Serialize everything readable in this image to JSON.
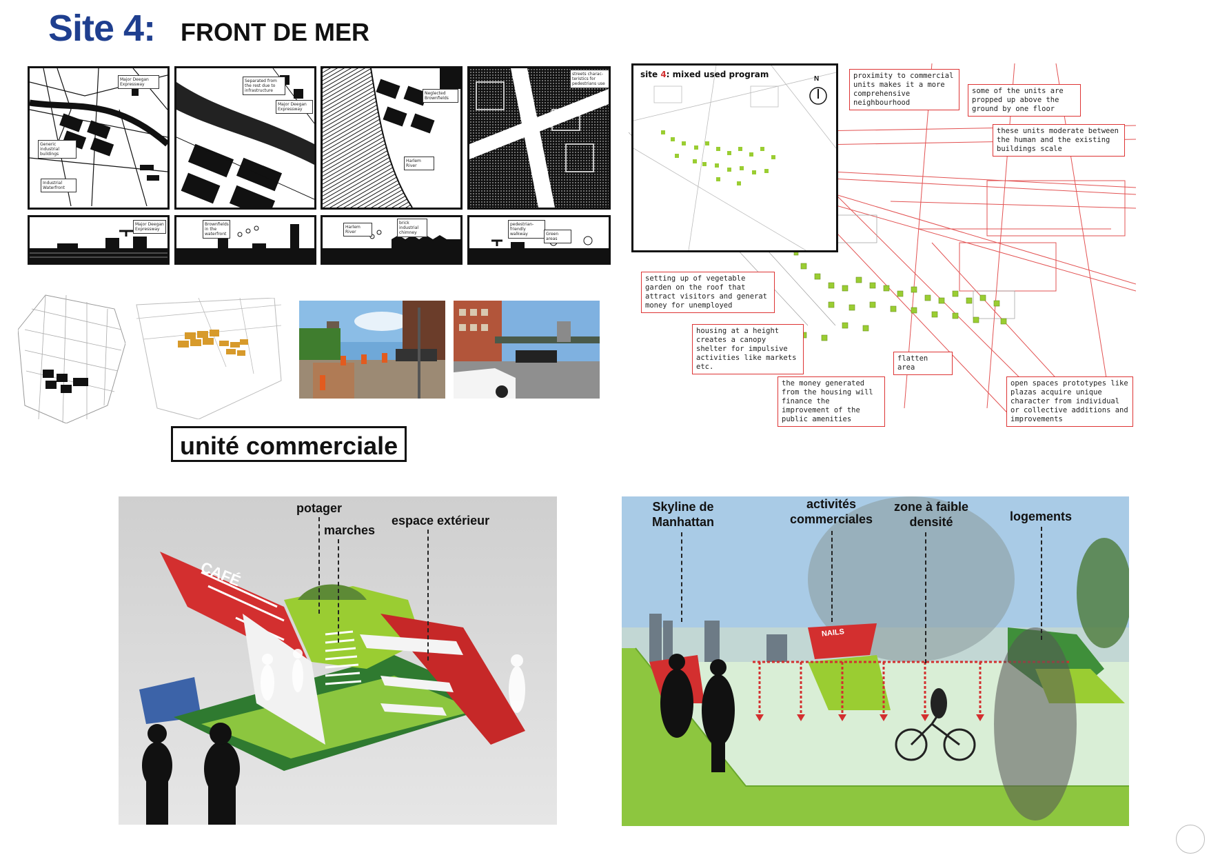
{
  "header": {
    "site_label": "Site 4:",
    "site_name": "FRONT DE MER"
  },
  "comic_panels": [
    {
      "bubbles": [
        "Major Deegan Expressway",
        "Generic industrial buildings",
        "Industrial Waterfront"
      ]
    },
    {
      "bubbles": [
        "Separated from the rest due to infrastructure",
        "Major Deegan Expressway"
      ]
    },
    {
      "bubbles": [
        "Neglected Brownfields",
        "Harlem River"
      ]
    },
    {
      "bubbles": [
        "streets charac-teristics for pedestrians use"
      ]
    }
  ],
  "section_strips": [
    {
      "bubbles": [
        "Major Deegan Expressway"
      ]
    },
    {
      "bubbles": [
        "Brownfields in the waterfront"
      ]
    },
    {
      "bubbles": [
        "Harlem River",
        "brick industrial chimney"
      ]
    },
    {
      "bubbles": [
        "pedestrian-friendly walkway",
        "Green areas"
      ]
    }
  ],
  "plan": {
    "title_prefix": "site ",
    "title_num": "4",
    "title_suffix": ": mixed used program",
    "north": "N",
    "notes": [
      "proximity to commercial units makes it a more comprehensive neighbourhood",
      "some of the units are propped up above the ground by one floor",
      "these units moderate between the human and the existing buildings scale",
      "setting up of vegetable garden on the roof that attract visitors and generat money for unemployed",
      "housing at a height creates a canopy shelter for impulsive activities like markets etc.",
      "flatten area",
      "the money generated from the housing will finance the improvement of the public amenities",
      "open spaces prototypes like plazas acquire unique character from individual or collective additions and improvements"
    ]
  },
  "unit_label": "unité commerciale",
  "render_left": {
    "sign": "CAFÉ",
    "labels": {
      "potager": "potager",
      "marches": "marches",
      "espace": "espace extérieur"
    }
  },
  "render_right": {
    "sign": "NAILS",
    "labels": {
      "skyline": "Skyline de Manhattan",
      "activites": "activités commerciales",
      "zone": "zone à faible densité",
      "logements": "logements"
    }
  },
  "colors": {
    "title_blue": "#1f3f8f",
    "accent_red": "#d32f2f",
    "lime": "#9acd32"
  }
}
